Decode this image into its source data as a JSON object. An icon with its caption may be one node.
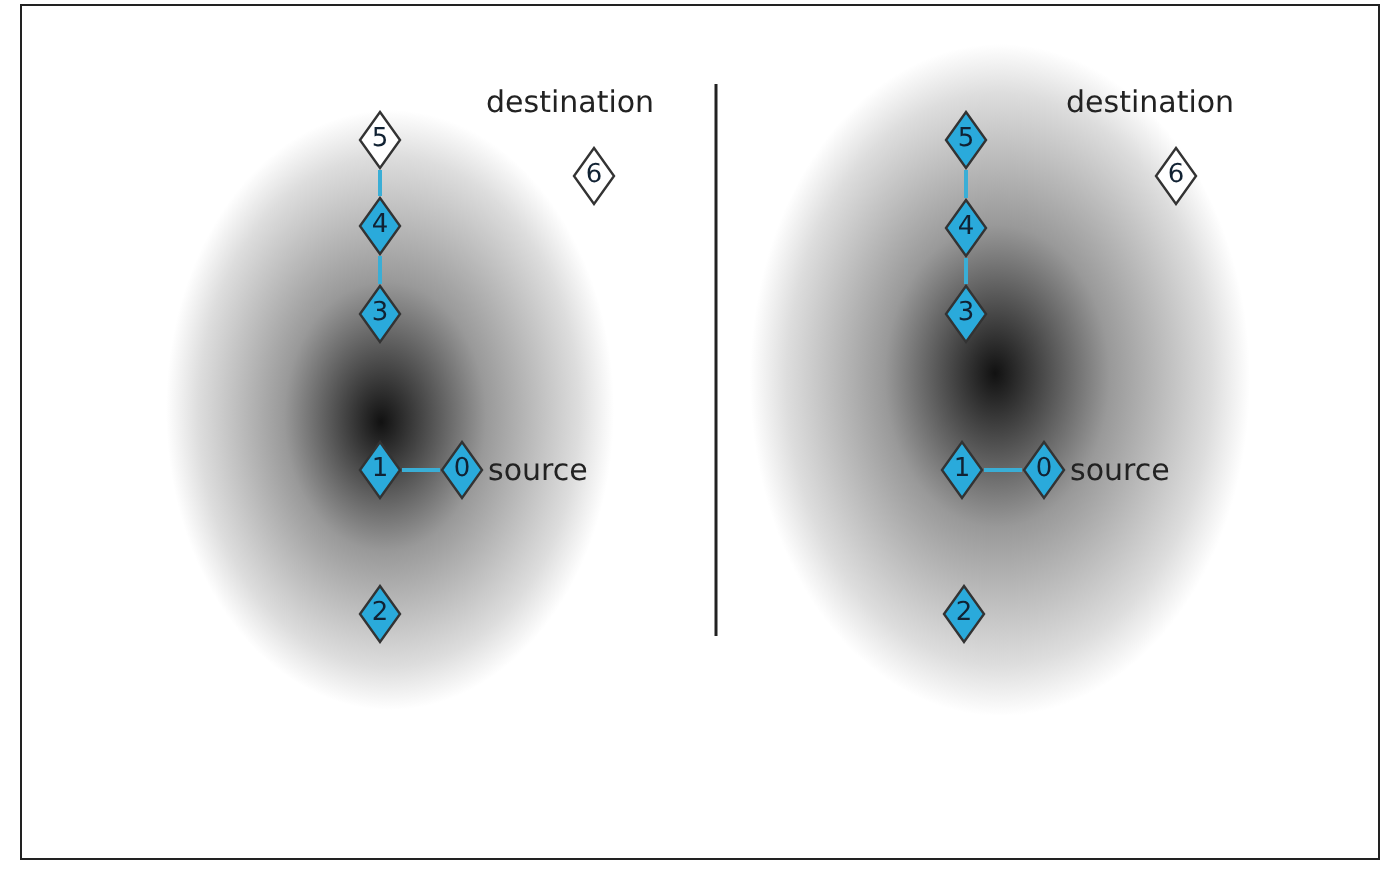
{
  "diagram": {
    "nodes": [
      {
        "text": [
          "5"
        ]
      },
      {
        "text": [
          "6"
        ],
        "beside": [
          "destination"
        ]
      },
      {
        "text": [
          "4"
        ]
      },
      {
        "text": [
          "3"
        ]
      },
      {
        "text": [
          "1"
        ]
      },
      {
        "text": [
          "0"
        ],
        "beside": [
          "source"
        ]
      },
      {
        "text": [
          "2"
        ]
      },
      {
        "text": [
          "5"
        ]
      },
      {
        "text": [
          "6"
        ],
        "beside": [
          "destination"
        ]
      },
      {
        "text": [
          "4"
        ]
      },
      {
        "text": [
          "3"
        ]
      },
      {
        "text": [
          "1"
        ]
      },
      {
        "text": [
          "0"
        ],
        "beside": [
          "source"
        ]
      },
      {
        "text": [
          "2"
        ]
      }
    ],
    "edges": [
      {
        "from": 0,
        "to": 2,
        "arrow": "none"
      },
      {
        "from": 2,
        "to": 3,
        "arrow": "none"
      },
      {
        "from": 4,
        "to": 5,
        "arrow": "none"
      },
      {
        "from": 7,
        "to": 9,
        "arrow": "none"
      },
      {
        "from": 9,
        "to": 10,
        "arrow": "none"
      },
      {
        "from": 11,
        "to": 12,
        "arrow": "none"
      }
    ]
  }
}
